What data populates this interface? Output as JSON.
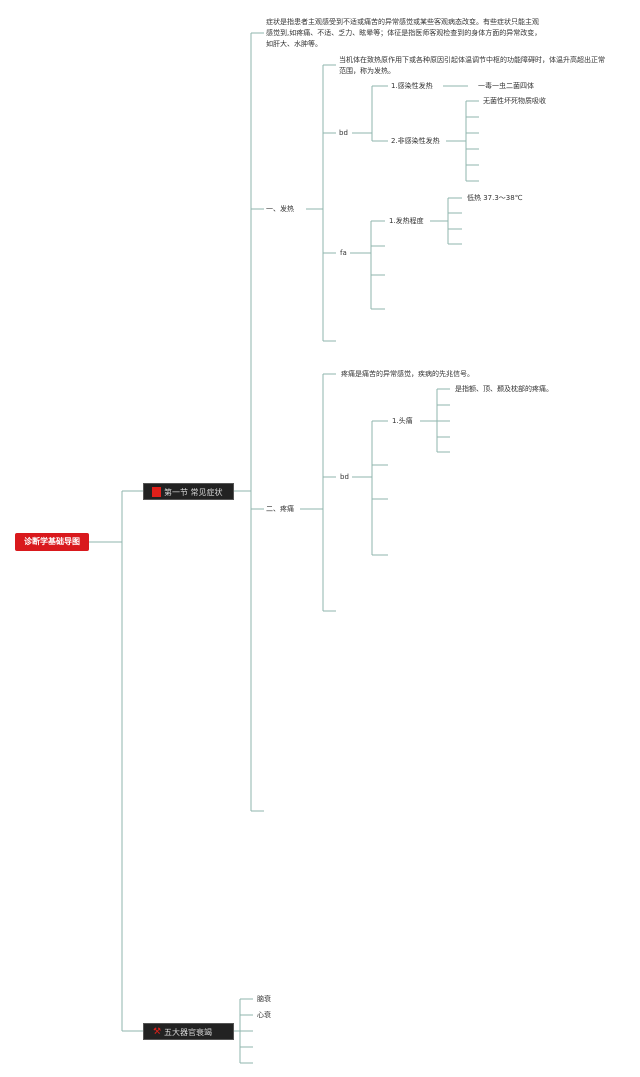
{
  "root": {
    "label": "诊断学基础导图"
  },
  "branches": [
    {
      "label": "第一节 常见症状",
      "icon": "flag-icon",
      "intro": "症状是指患者主观感受到不适或痛苦的异常感觉或某些客观病态改变。有些症状只能主观感觉到,如疼痛、不适、乏力、眩晕等；体征是指医师客观检查到的身体方面的异常改变，如肝大、水肿等。",
      "children": [
        {
          "label": "一、发热",
          "definition": "当机体在致热原作用下或各种原因引起体温调节中枢的功能障碍时，体温升高超出正常范围，称为发热。",
          "bd": {
            "label": "bd",
            "items": [
              {
                "label": "1.感染性发热",
                "detail": "一毒一虫二菌四体"
              },
              {
                "label": "2.非感染性发热",
                "detail": "无菌性坏死物质吸收"
              }
            ]
          },
          "fa": {
            "label": "fa",
            "items": [
              {
                "label": "1.发热程度",
                "detail": "低热 37.3～38℃"
              }
            ]
          }
        },
        {
          "label": "二、疼痛",
          "definition": "疼痛是痛苦的异常感觉，疾病的先兆信号。",
          "bd": {
            "label": "bd",
            "items": [
              {
                "label": "1.头痛",
                "detail": "是指额、顶、颞及枕部的疼痛。"
              }
            ]
          }
        }
      ]
    },
    {
      "label": "五大器官衰竭",
      "icon": "tool-icon",
      "children": [
        {
          "label": "脑衰"
        },
        {
          "label": "心衰"
        }
      ]
    }
  ],
  "colors": {
    "line": "#8fb5ad",
    "root": "#d9191d",
    "dark_node": "#222222",
    "flag": "#e0201a"
  }
}
